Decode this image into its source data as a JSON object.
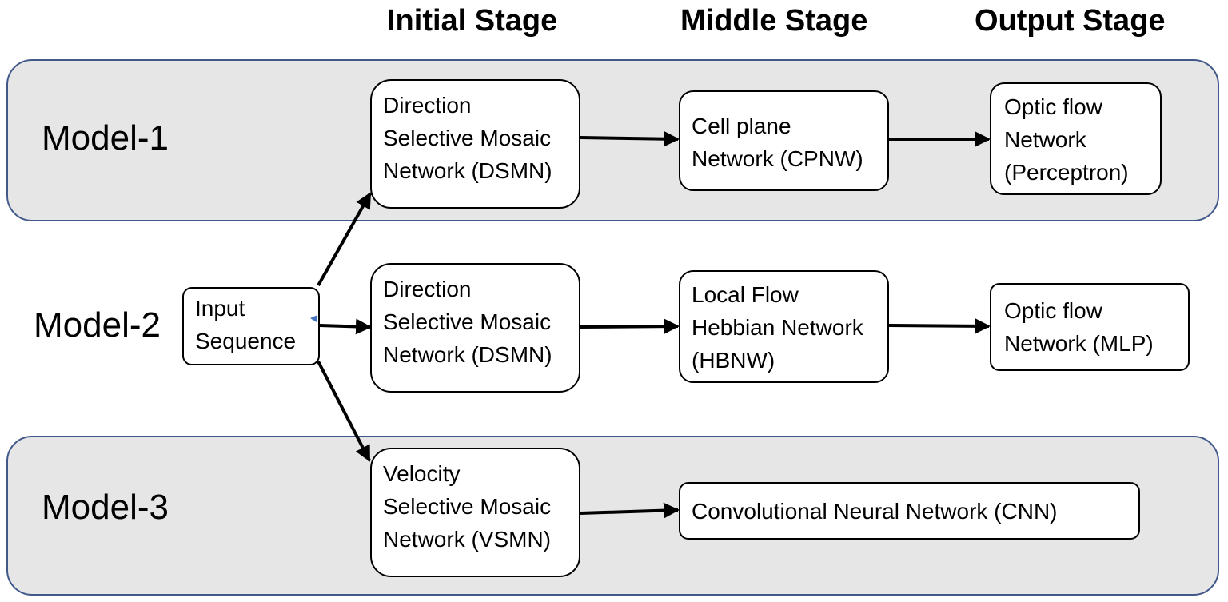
{
  "stages": {
    "initial": "Initial Stage",
    "middle": "Middle Stage",
    "output": "Output Stage"
  },
  "models": {
    "model1": "Model-1",
    "model2": "Model-2",
    "model3": "Model-3"
  },
  "input": [
    "Input",
    "Sequence"
  ],
  "model1": {
    "initial": [
      "Direction",
      "Selective Mosaic",
      "Network (DSMN)"
    ],
    "middle": [
      "Cell plane",
      "Network (CPNW)"
    ],
    "output": [
      "Optic flow",
      "Network",
      "(Perceptron)"
    ]
  },
  "model2": {
    "initial": [
      "Direction",
      "Selective Mosaic",
      "Network (DSMN)"
    ],
    "middle": [
      "Local Flow",
      "Hebbian Network",
      "(HBNW)"
    ],
    "output": [
      "Optic flow",
      "Network (MLP)"
    ]
  },
  "model3": {
    "initial": [
      "Velocity",
      "Selective Mosaic",
      "Network (VSMN)"
    ],
    "output": [
      "Convolutional Neural Network (CNN)"
    ]
  },
  "colors": {
    "band_fill": "#e6e6e6",
    "band_border": "#41588a",
    "box_fill": "#ffffff",
    "arrow": "#000000",
    "marker": "#4472c4"
  }
}
